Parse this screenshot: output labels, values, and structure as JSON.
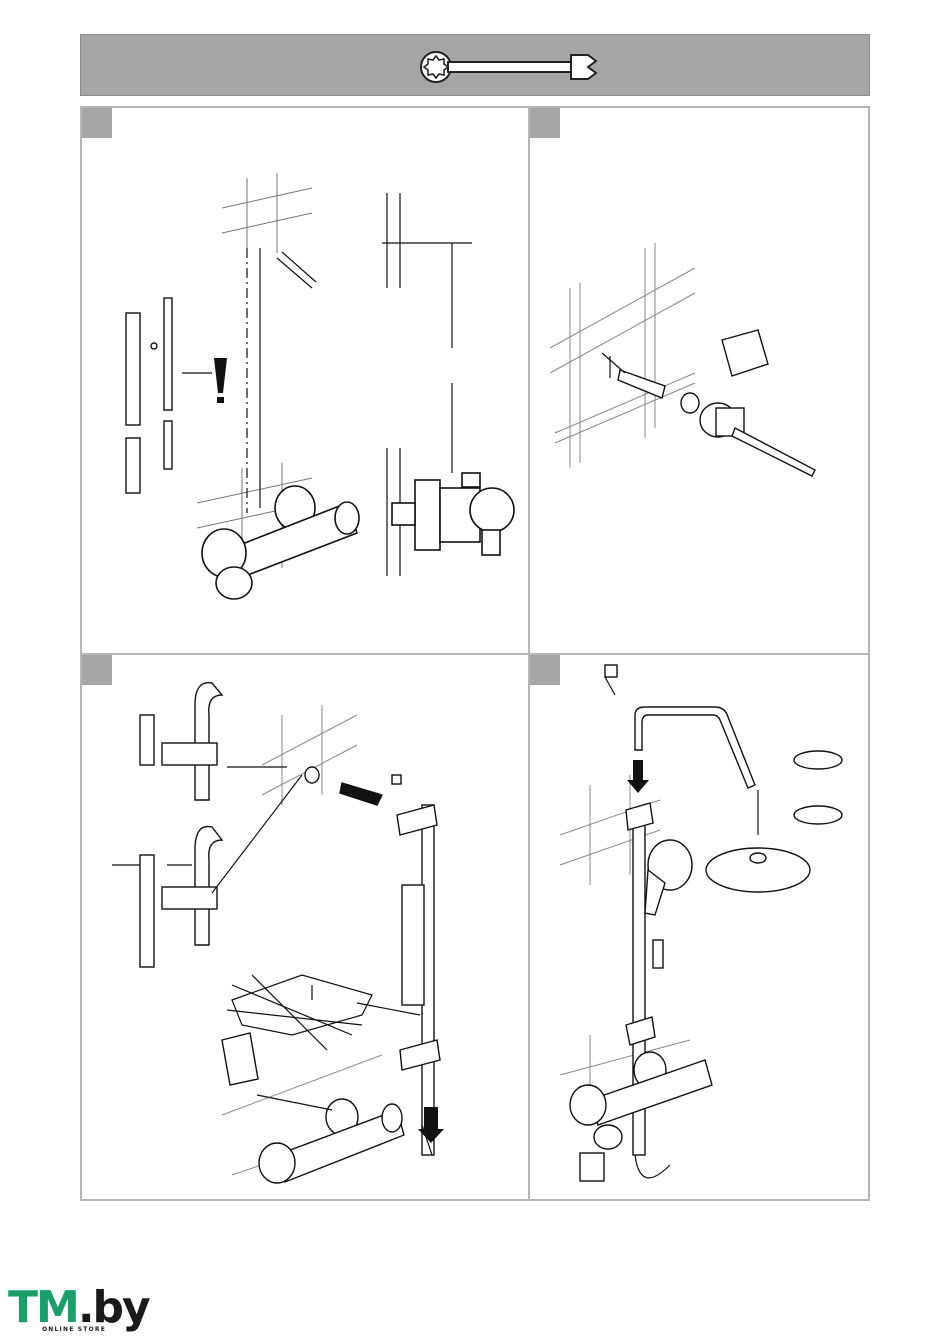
{
  "header": {
    "icon": "wrench-icon",
    "band_color": "#a6a6a6"
  },
  "panels": [
    {
      "id": "step-1",
      "content": "mixer-mounting-measurements"
    },
    {
      "id": "step-2",
      "content": "wall-anchor-assembly"
    },
    {
      "id": "step-3",
      "content": "riser-rail-assembly"
    },
    {
      "id": "step-4",
      "content": "head-shower-hand-shower-assembly"
    }
  ],
  "logo": {
    "tm": "TM",
    "by": ".by",
    "sub": "ONLINE STORE",
    "brand_color": "#1a9e6a"
  }
}
